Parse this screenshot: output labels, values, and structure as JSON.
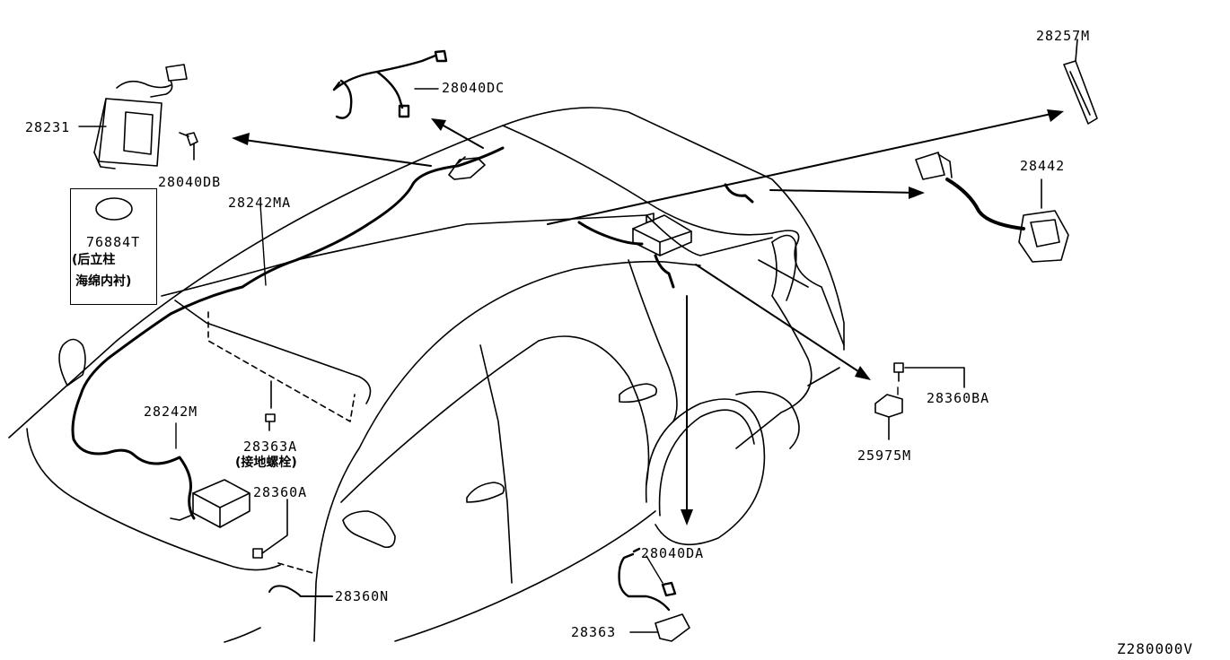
{
  "diagram": {
    "parts": {
      "p28257M": "28257M",
      "p28442": "28442",
      "p28231": "28231",
      "p28040DB": "28040DB",
      "p28040DC": "28040DC",
      "p28242MA": "28242MA",
      "p76884T": "76884T",
      "p28242M": "28242M",
      "p28363A": "28363A",
      "p28360A": "28360A",
      "p28360N": "28360N",
      "p28360BA": "28360BA",
      "p25975M": "25975M",
      "p28040DA": "28040DA",
      "p28363": "28363"
    },
    "notes": {
      "pillar_line1": "(后立柱",
      "pillar_line2": "海绵内衬)",
      "ground_bolt": "(接地螺栓)"
    },
    "code": "Z280000V"
  }
}
